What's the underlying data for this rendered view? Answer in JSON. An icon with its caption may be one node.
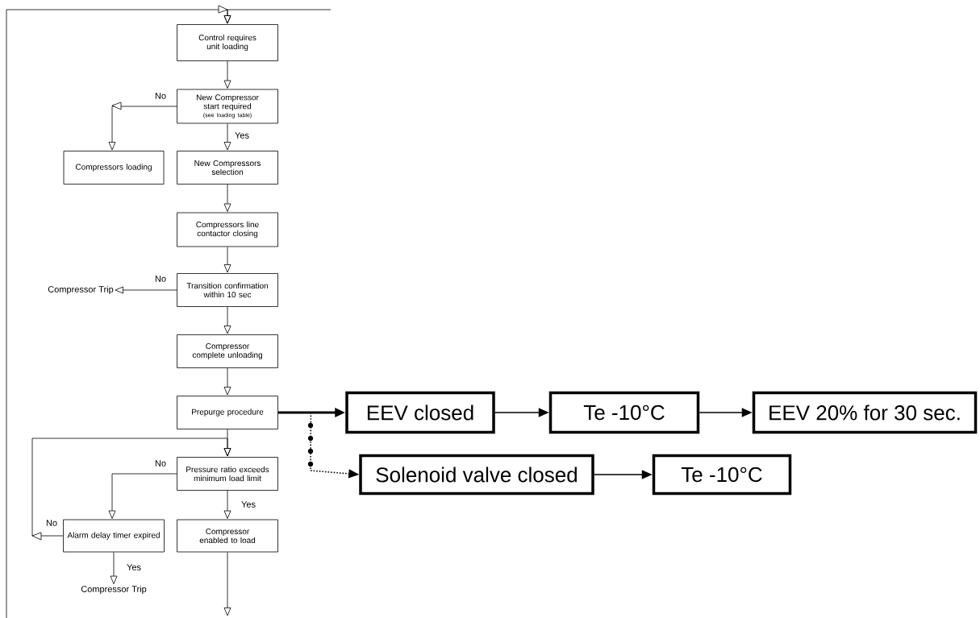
{
  "diagram": {
    "nodes": [
      {
        "text": [
          "Control requires unit loading"
        ]
      },
      {
        "text": [
          "New Compressor start required",
          "(see loading table)"
        ]
      },
      {
        "text": [
          "Compressors loading"
        ]
      },
      {
        "text": [
          "New Compressors selection"
        ]
      },
      {
        "text": [
          "Compressors line contactor closing"
        ]
      },
      {
        "text": [
          "Transition confirmation within 10 sec"
        ]
      },
      {
        "text": [
          "Compressor Trip"
        ]
      },
      {
        "text": [
          "Compressor complete unloading"
        ]
      },
      {
        "text": [
          "Prepurge procedure"
        ]
      },
      {
        "text": [
          "Pressure ratio exceeds minimum load limit"
        ]
      },
      {
        "text": [
          "Alarm delay timer expired"
        ]
      },
      {
        "text": [
          "Compressor enabled to load"
        ]
      },
      {
        "text": [
          "Compressor Trip"
        ]
      },
      {
        "text": [
          "EEV closed"
        ]
      },
      {
        "text": [
          "Te -10°C"
        ]
      },
      {
        "text": [
          "EEV 20% for 30 sec."
        ]
      },
      {
        "text": [
          "Solenoid valve closed"
        ]
      },
      {
        "text": [
          "Te -10°C"
        ]
      }
    ],
    "edges": [
      {
        "from": null,
        "to": 0,
        "arrow": "to"
      },
      {
        "from": null,
        "to": 0,
        "arrow": "to"
      },
      {
        "from": 0,
        "to": 1,
        "arrow": "to"
      },
      {
        "from": 1,
        "to": 2,
        "arrow": "to",
        "label": "No"
      },
      {
        "from": 1,
        "to": 3,
        "arrow": "to",
        "label": "Yes"
      },
      {
        "from": 3,
        "to": 4,
        "arrow": "to"
      },
      {
        "from": 4,
        "to": 5,
        "arrow": "to"
      },
      {
        "from": 5,
        "to": 6,
        "arrow": "to",
        "label": "No"
      },
      {
        "from": 5,
        "to": 7,
        "arrow": "to"
      },
      {
        "from": 7,
        "to": 8,
        "arrow": "to"
      },
      {
        "from": 8,
        "to": 9,
        "arrow": "to"
      },
      {
        "from": 9,
        "to": 10,
        "arrow": "to",
        "label": "No"
      },
      {
        "from": 9,
        "to": 11,
        "arrow": "to",
        "label": "Yes"
      },
      {
        "from": 10,
        "to": 9,
        "arrow": "to",
        "label": "No"
      },
      {
        "from": 10,
        "to": 12,
        "arrow": "to",
        "label": "Yes"
      },
      {
        "from": 11,
        "to": null,
        "arrow": "to"
      },
      {
        "from": 8,
        "to": 13,
        "arrow": "to",
        "style": "thick"
      },
      {
        "from": 13,
        "to": 14,
        "arrow": "to"
      },
      {
        "from": 14,
        "to": 15,
        "arrow": "to"
      },
      {
        "from": 8,
        "to": 16,
        "arrow": "to",
        "style": "dashed"
      },
      {
        "from": 16,
        "to": 17,
        "arrow": "to"
      }
    ]
  }
}
